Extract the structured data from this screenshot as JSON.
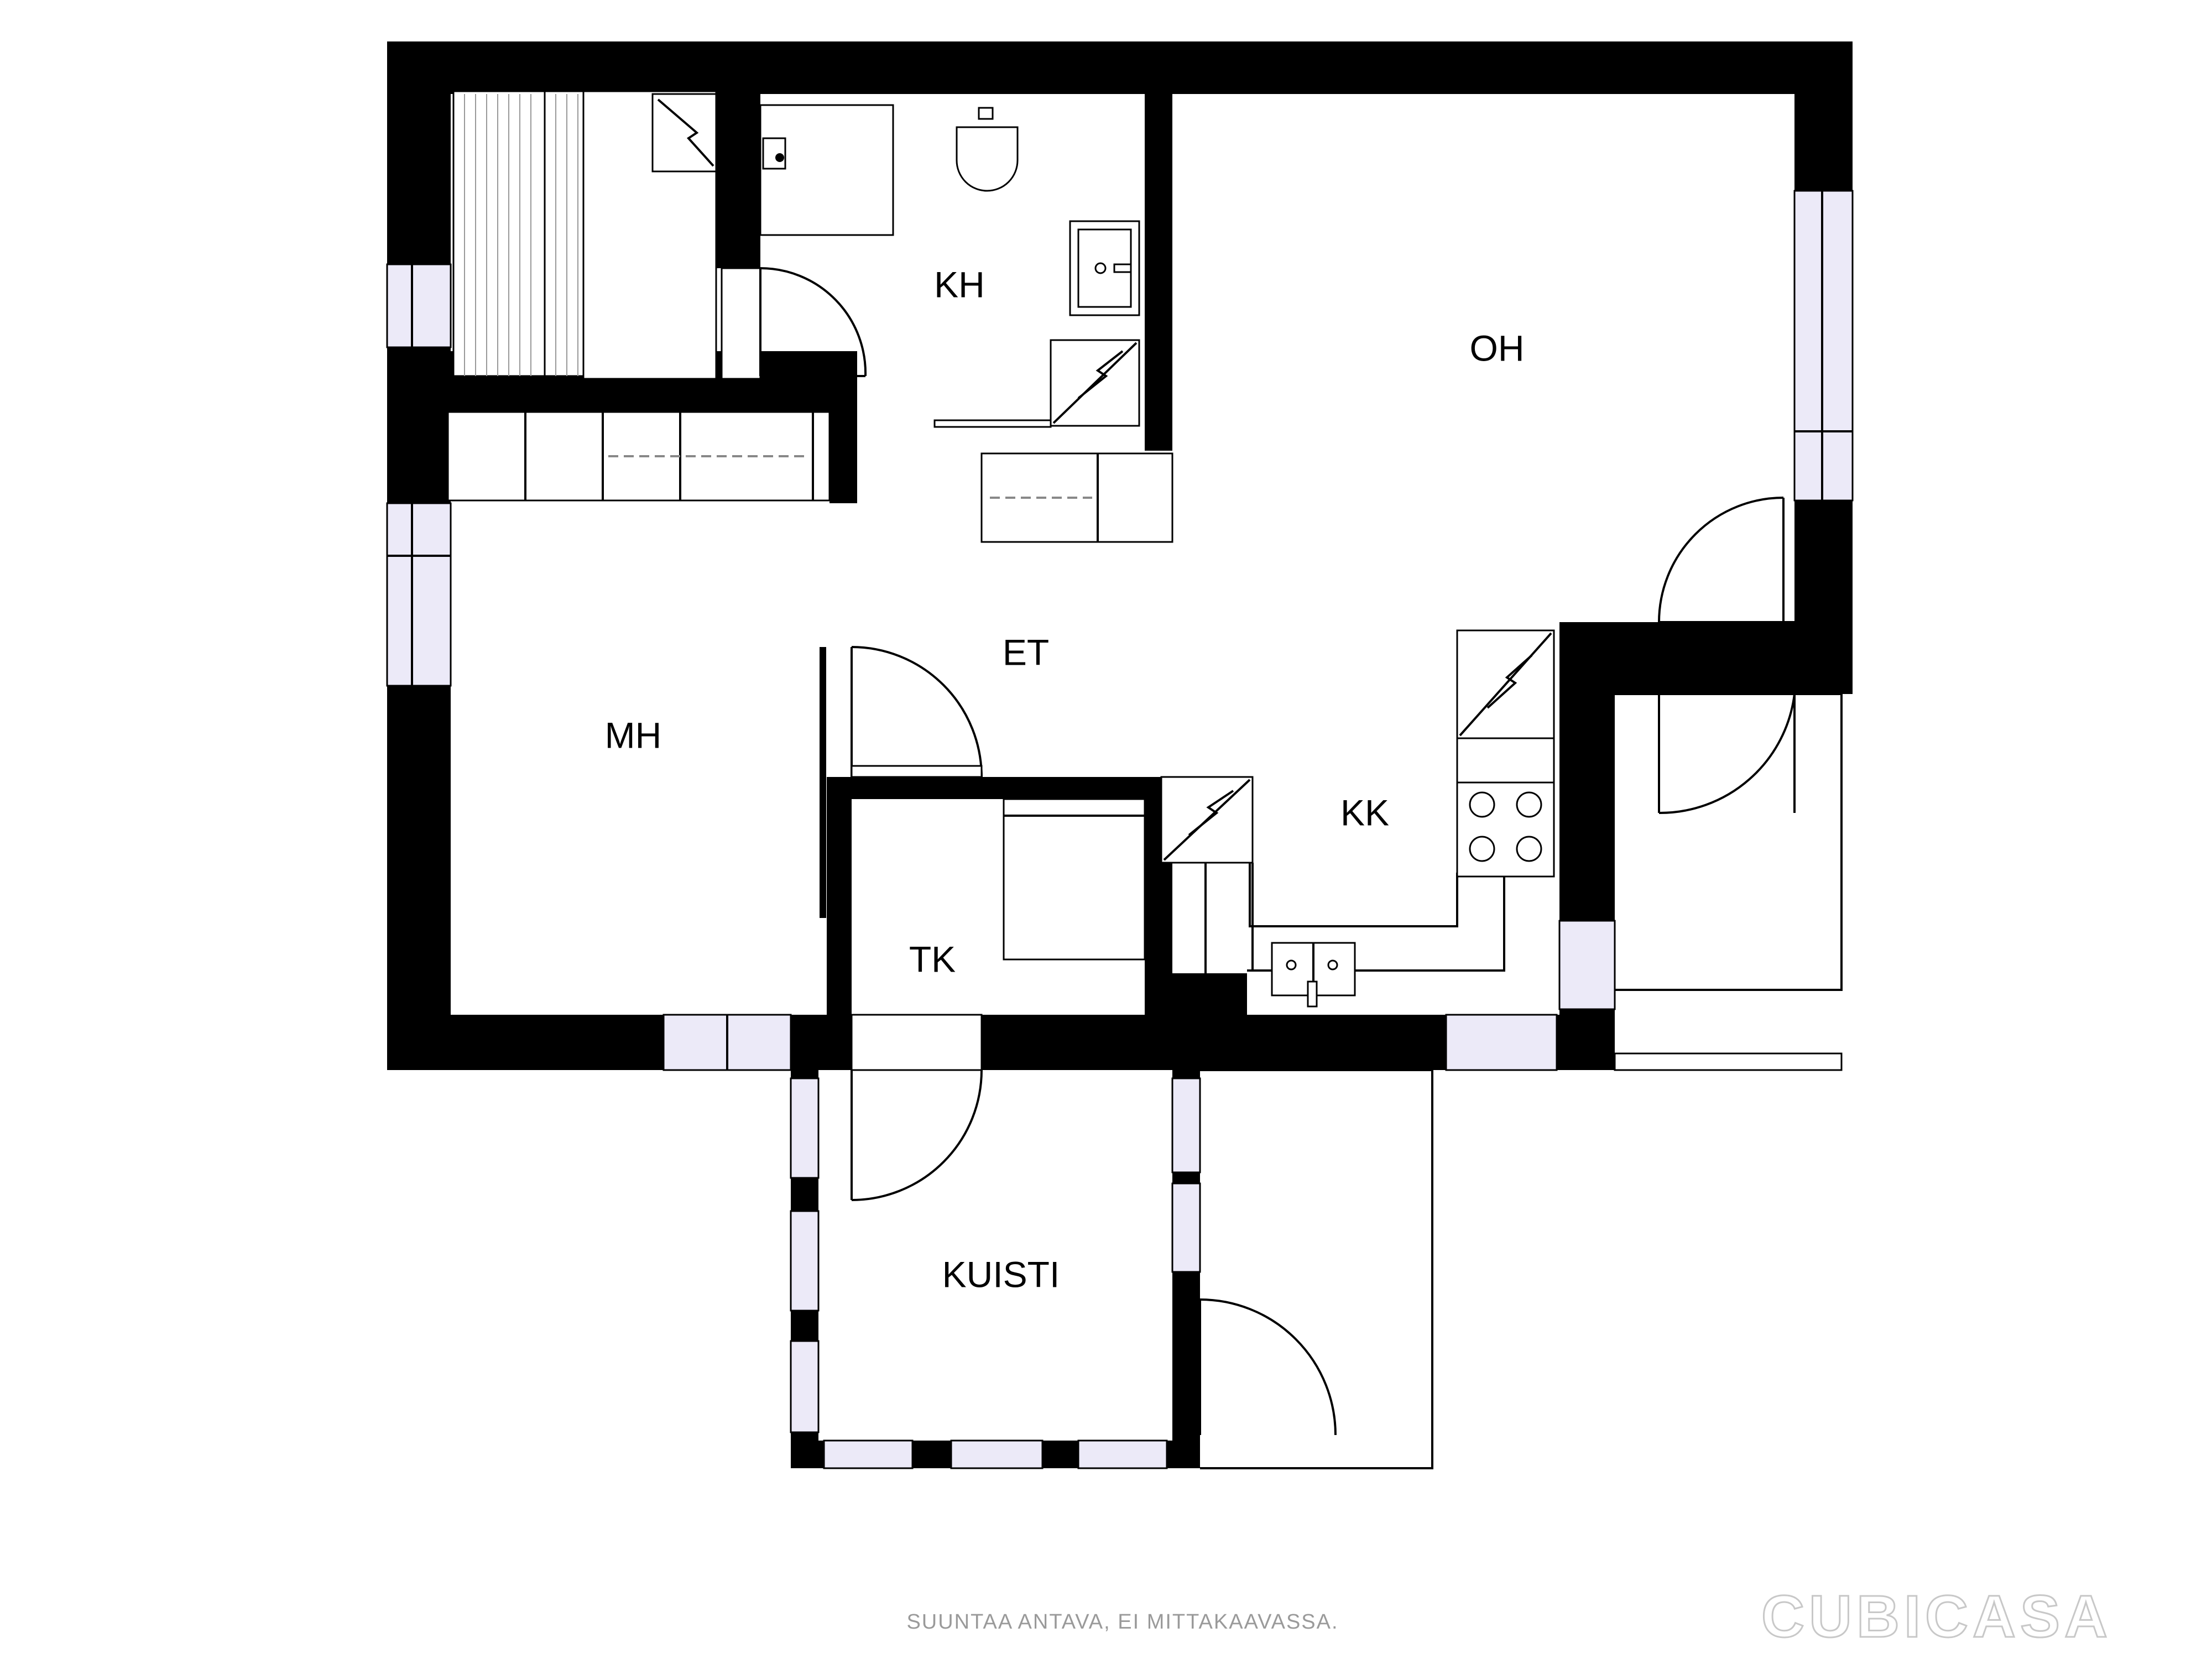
{
  "rooms": {
    "kh": "KH",
    "oh": "OH",
    "et": "ET",
    "mh": "MH",
    "kk": "KK",
    "tk": "TK",
    "kuisti": "KUISTI"
  },
  "footer": {
    "disclaimer": "SUUNTAA ANTAVA, EI MITTAKAAVASSA.",
    "brand": "CUBICASA"
  },
  "colors": {
    "wall": "#000000",
    "window_fill": "#eceaf8",
    "background": "#ffffff",
    "footer_text": "#9a9a9a"
  }
}
